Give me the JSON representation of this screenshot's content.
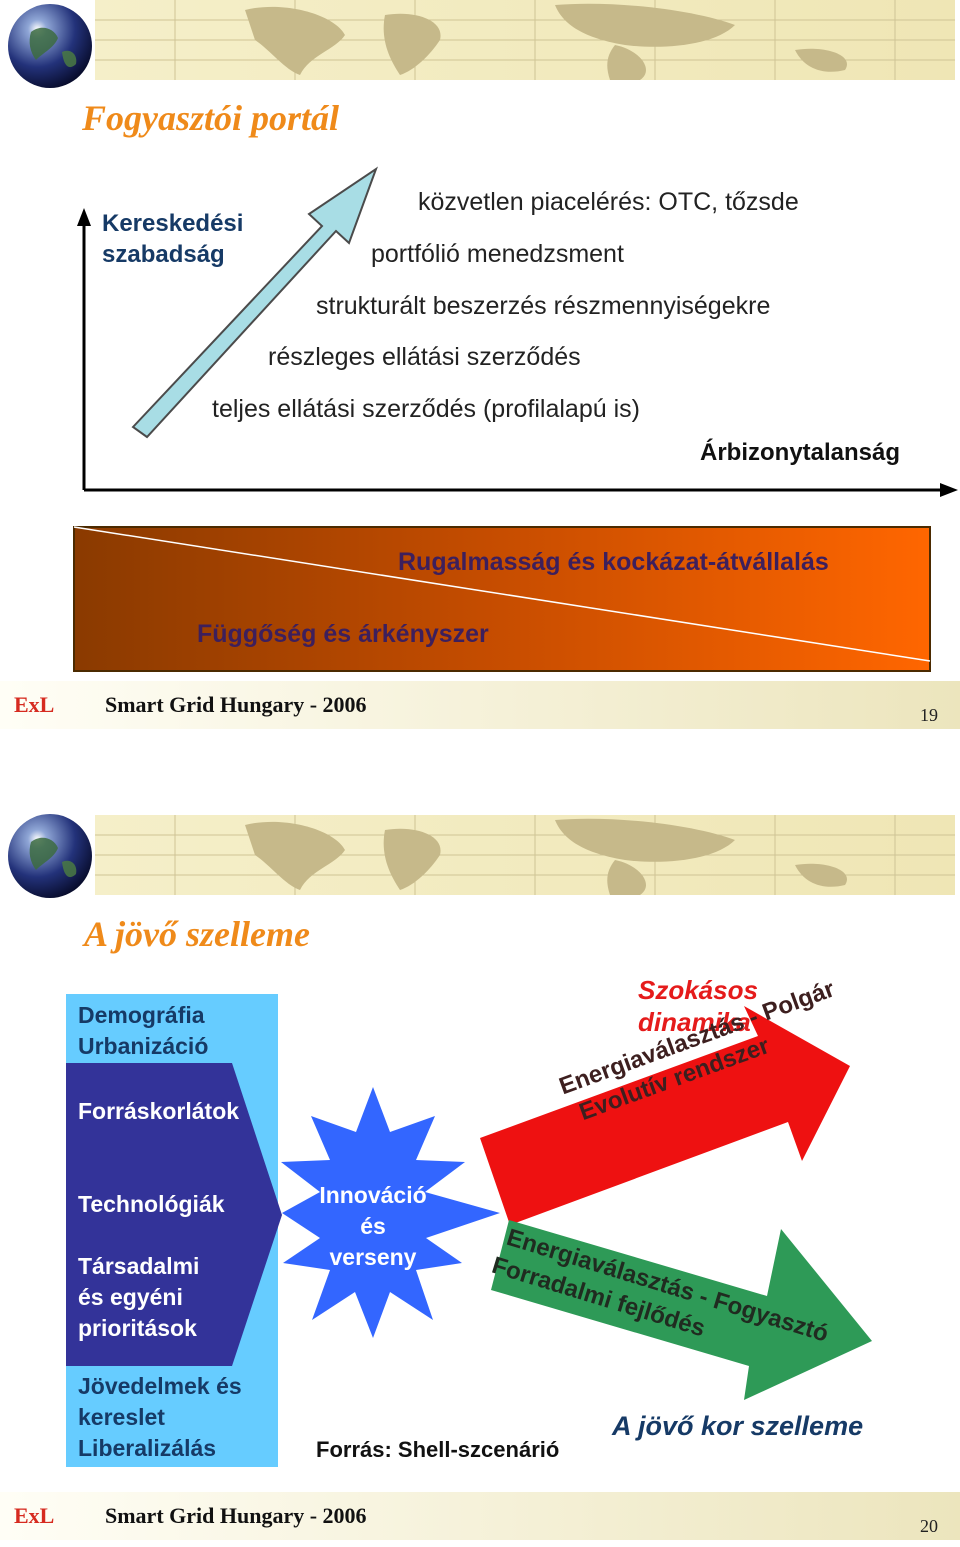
{
  "slide1": {
    "title": "Fogyasztói portál",
    "y_axis_label": "Kereskedési szabadság",
    "steps": [
      "közvetlen piacelérés: OTC, tőzsde",
      "portfólió menedzsment",
      "strukturált beszerzés részmennyiségekre",
      "részleges ellátási szerződés",
      "teljes ellátási szerződés (profilalapú is)"
    ],
    "x_axis_label": "Árbizonytalanság",
    "band_top": "Rugalmasság és kockázat-átvállalás",
    "band_bottom": "Függőség és árkényszer",
    "footer_logo": "ExL",
    "footer_text": "Smart Grid Hungary - 2006",
    "page": "19"
  },
  "slide2": {
    "title": "A jövő szelleme",
    "drivers": {
      "d1": "Demográfia",
      "d2": "Urbanizáció",
      "d3": "Forráskorlátok",
      "d4": "Technológiák",
      "d5": "Társadalmi",
      "d6": "és egyéni",
      "d7": "prioritások",
      "d8": "Jövedelmek és",
      "d9": "kereslet",
      "d10": "Liberalizálás"
    },
    "burst_l1": "Innováció",
    "burst_l2": "és",
    "burst_l3": "verseny",
    "usual_l1": "Szokásos",
    "usual_l2": "dinamika",
    "red_l1": "Energiaválasztás - Polgár",
    "red_l2": "Evolutív rendszer",
    "green_l1": "Energiaválasztás - Fogyasztó",
    "green_l2": "Forradalmi fejlődés",
    "source": "Forrás: Shell-szcenárió",
    "future": "A jövő kor szelleme",
    "footer_logo": "ExL",
    "footer_text": "Smart Grid Hungary - 2006",
    "page": "20"
  },
  "colors": {
    "title": "#ef8a1a",
    "footer_logo": "#d62b20",
    "band_dark": "#8a3a00",
    "band_light": "#ff6600",
    "red_arrow": "#ee1111",
    "green_arrow": "#2e9a57",
    "burst": "#3366ff",
    "driver_panel": "#66ccff",
    "driver_arrow": "#333399"
  }
}
